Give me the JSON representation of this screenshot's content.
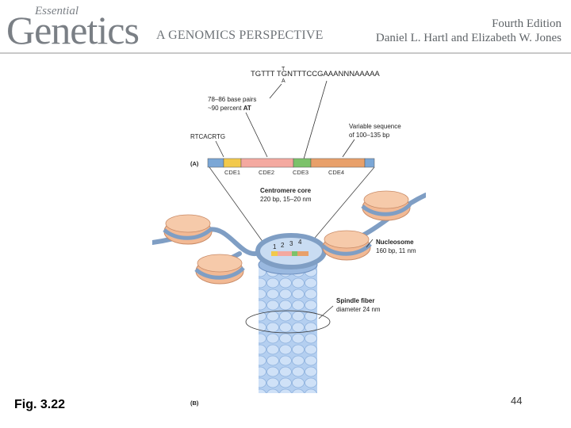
{
  "header": {
    "logo_top": "Essential",
    "logo_main": "Genetics",
    "subtitle": "A GENOMICS PERSPECTIVE",
    "edition": "Fourth Edition",
    "authors": "Daniel L. Hartl and Elizabeth W. Jones"
  },
  "figure": {
    "sequence": "TGTTT TGNTTTCCGAAANNNAAAAA",
    "sequence_top_letter": "T",
    "sequence_bottom_letter": "A",
    "label_bp": "78–86 base pairs",
    "label_at_prefix": "~90 percent ",
    "label_at_bold": "AT",
    "label_rtc": "RTCACRTG",
    "label_var1": "Variable sequence",
    "label_var2": "of 100–135 bp",
    "panel_a": "(A)",
    "panel_b": "(B)",
    "cde1": "CDE1",
    "cde2": "CDE2",
    "cde3": "CDE3",
    "cde4": "CDE4",
    "core_title": "Centromere core",
    "core_detail": "220 bp, 15–20 nm",
    "nucleosome_title": "Nucleosome",
    "nucleosome_detail": "160 bp, 11 nm",
    "spindle_title": "Spindle fiber",
    "spindle_detail": "diameter 24 nm",
    "mini_1": "1",
    "mini_2": "2",
    "mini_3": "3",
    "mini_4": "4",
    "colors": {
      "cde1": "#f2c94c",
      "cde2": "#f4a9a0",
      "cde3": "#7cc26a",
      "cde4": "#e8a06a",
      "flank": "#7ba7d6",
      "nucleosome": "#f2b994",
      "dna": "#7f9ec4",
      "spindle": "#a9c7ec"
    }
  },
  "footer": {
    "fig_label": "Fig. 3.22",
    "page_number": "44"
  }
}
